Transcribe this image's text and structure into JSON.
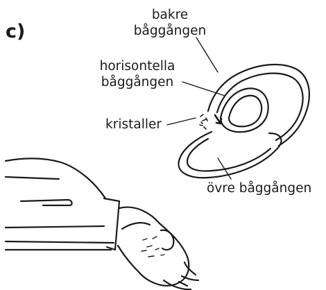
{
  "panel_label": "c)",
  "labels": {
    "posterior_line1": "bakre",
    "posterior_line2": "båggången",
    "horizontal_line1": "horisontella",
    "horizontal_line2": "båggången",
    "crystals": "kristaller",
    "superior": "övre båggången"
  }
}
